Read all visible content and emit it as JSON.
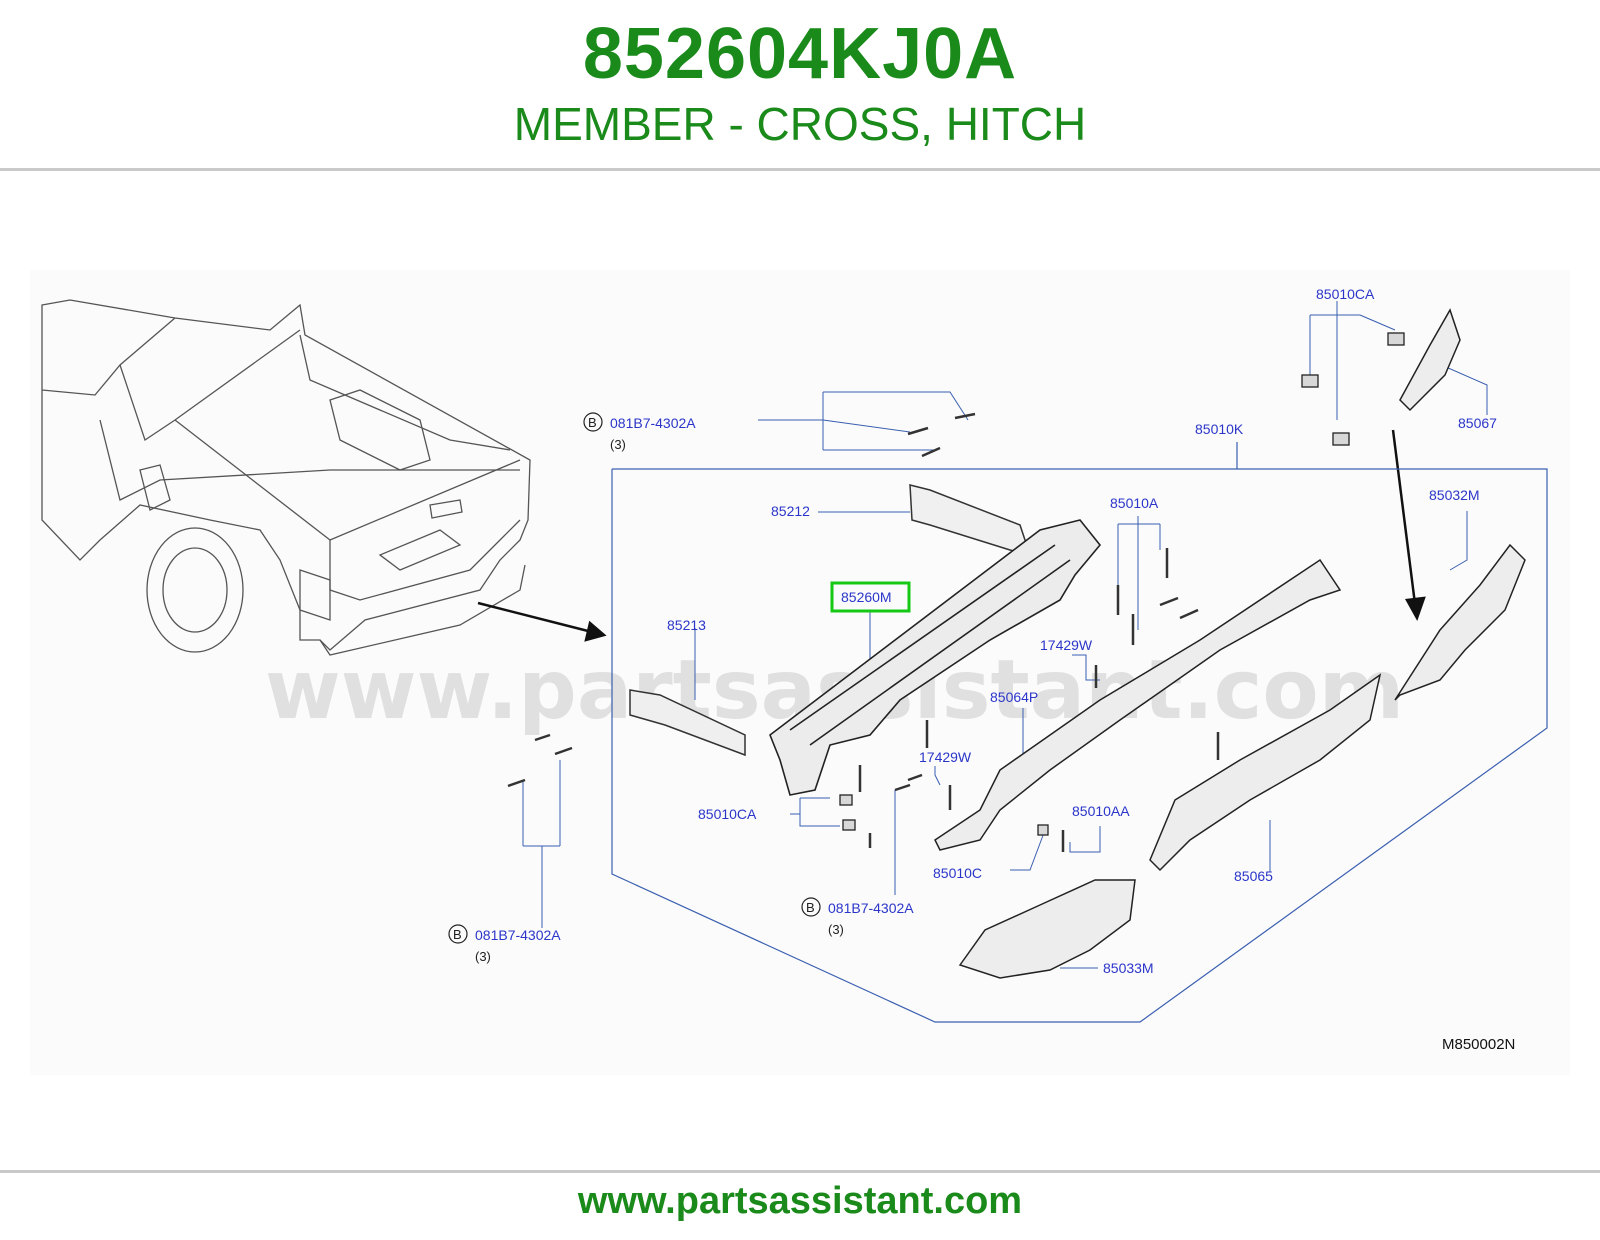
{
  "header": {
    "part_number": "852604KJ0A",
    "description": "MEMBER - CROSS, HITCH"
  },
  "diagram": {
    "watermark": "www.partsassistant.com",
    "code": "M850002N",
    "highlight_color": "#14c814",
    "accent_color": "#1a8a1a",
    "label_color": "#2b36c9",
    "callouts": {
      "c_85010CA_top": "85010CA",
      "c_85067": "85067",
      "c_85010K": "85010K",
      "c_bolt_top": "081B7-4302A",
      "c_bolt_top_qty": "(3)",
      "c_85212": "85212",
      "c_85010A": "85010A",
      "c_85032M": "85032M",
      "c_85260M": "85260M",
      "c_85213": "85213",
      "c_17429W_a": "17429W",
      "c_85064P": "85064P",
      "c_17429W_b": "17429W",
      "c_85010CA_mid": "85010CA",
      "c_85010AA": "85010AA",
      "c_85010C": "85010C",
      "c_85065": "85065",
      "c_bolt_mid": "081B7-4302A",
      "c_bolt_mid_qty": "(3)",
      "c_bolt_left": "081B7-4302A",
      "c_bolt_left_qty": "(3)",
      "c_85033M": "85033M",
      "bolt_symbol": "B"
    }
  },
  "footer": {
    "url": "www.partsassistant.com"
  }
}
